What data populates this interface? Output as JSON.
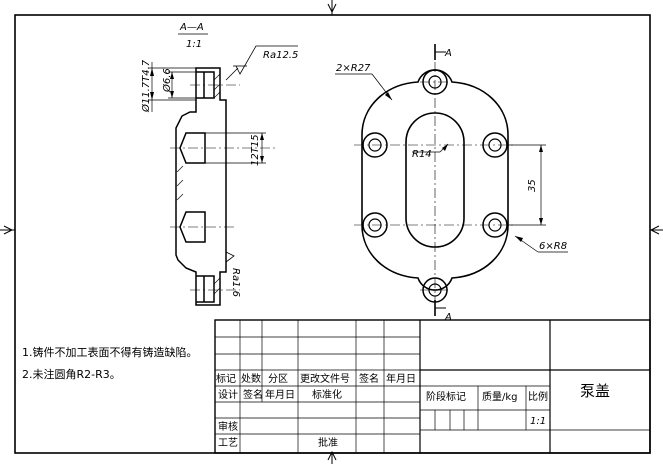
{
  "section": {
    "label": "A—A",
    "scale": "1:1",
    "roughness_top": "Ra12.5",
    "roughness_bottom": "Ra1.6",
    "dim_outer_dia": "Ø11.7T4.7",
    "dim_inner_dia": "Ø6.6",
    "dim_thread": "12T15"
  },
  "plan": {
    "cut_mark_top": "A",
    "cut_mark_bottom": "A",
    "outer_radius": "2×R27",
    "slot_radius": "R14",
    "spacing": "35",
    "corner_radius": "6×R8"
  },
  "notes": [
    "1.铸件不加工表面不得有铸造缺陷。",
    "2.未注圆角R2-R3。"
  ],
  "title_block": {
    "row_mark": [
      "标记",
      "处数",
      "分区",
      "更改文件号",
      "签名",
      "年月日"
    ],
    "row_design": [
      "设计",
      "签名",
      "年月日",
      "标准化"
    ],
    "check": "审核",
    "process": "工艺",
    "approve": "批准",
    "stage": "阶段标记",
    "mass": "质量/kg",
    "scale_label": "比例",
    "scale_value": "1:1",
    "part_name": "泵盖"
  }
}
